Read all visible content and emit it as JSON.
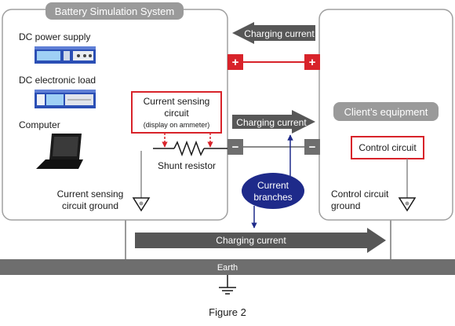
{
  "left_panel": {
    "title": "Battery Simulation System"
  },
  "right_panel": {
    "title": "Client’s equipment"
  },
  "devices": [
    {
      "label": "DC power supply"
    },
    {
      "label": "DC electronic load"
    },
    {
      "label": "Computer"
    }
  ],
  "current_sensing": {
    "line1": "Current sensing",
    "line2": "circuit",
    "line3": "(display on ammeter)"
  },
  "shunt_label": "Shunt resistor",
  "control_circuit": "Control circuit",
  "arrows": {
    "top": "Charging current",
    "middle": "Charging current",
    "bottom": "Charging current"
  },
  "terminals": {
    "plus": "+",
    "minus": "−"
  },
  "bubble": {
    "line1": "Current",
    "line2": "branches"
  },
  "ground_left": {
    "line1": "Current sensing",
    "line2": "circuit ground"
  },
  "ground_right": {
    "line1": "Control circuit",
    "line2": "ground"
  },
  "earth_label": "Earth",
  "caption": "Figure 2",
  "colors": {
    "panel_border": "#a0a0a0",
    "title_bg": "#9a9a9a",
    "arrow": "#575757",
    "terminal_red": "#d8232a",
    "terminal_gray": "#6e6e6e",
    "bubble": "#1e2a8a",
    "earth_bar": "#6e6e6e"
  }
}
